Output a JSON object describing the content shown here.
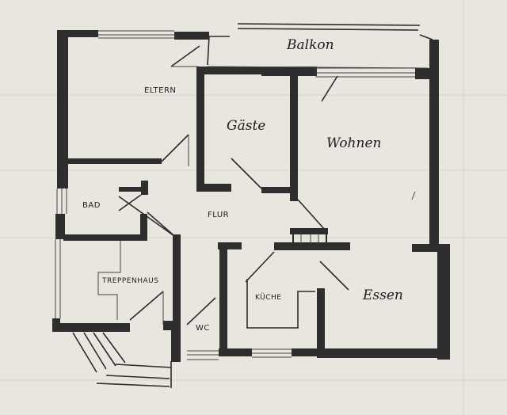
{
  "rooms": {
    "balkon": "Balkon",
    "eltern": "ELTERN",
    "gaeste": "Gäste",
    "wohnen": "Wohnen",
    "bad": "BAD",
    "flur": "FLUR",
    "treppenhaus": "TREPPENHAUS",
    "kueche": "KÜCHE",
    "essen": "Essen",
    "wc": "WC"
  },
  "colors": {
    "paper": "#e9e6e0",
    "ink": "#2e2e2e"
  }
}
